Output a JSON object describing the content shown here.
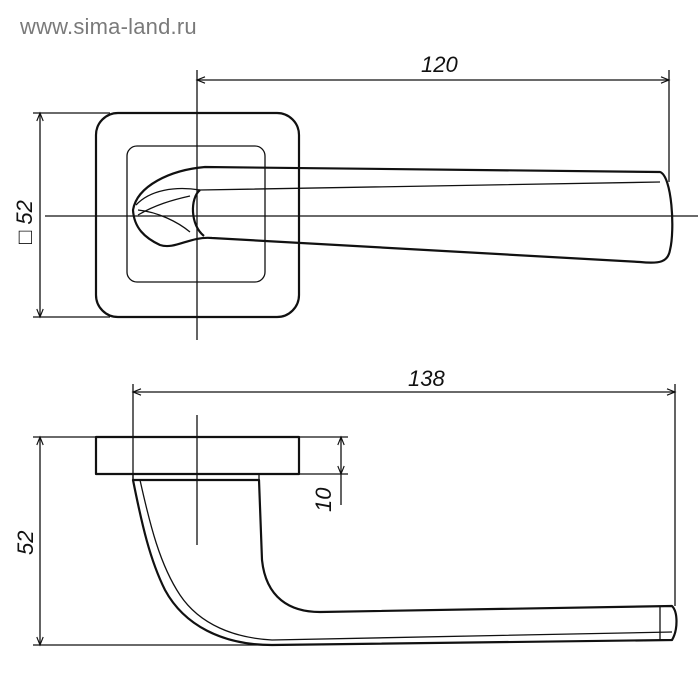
{
  "watermark": "www.sima-land.ru",
  "front_view": {
    "dim_length": "120",
    "dim_square": "□ 52"
  },
  "side_view": {
    "dim_length": "138",
    "dim_height": "52",
    "dim_rosette": "10"
  }
}
